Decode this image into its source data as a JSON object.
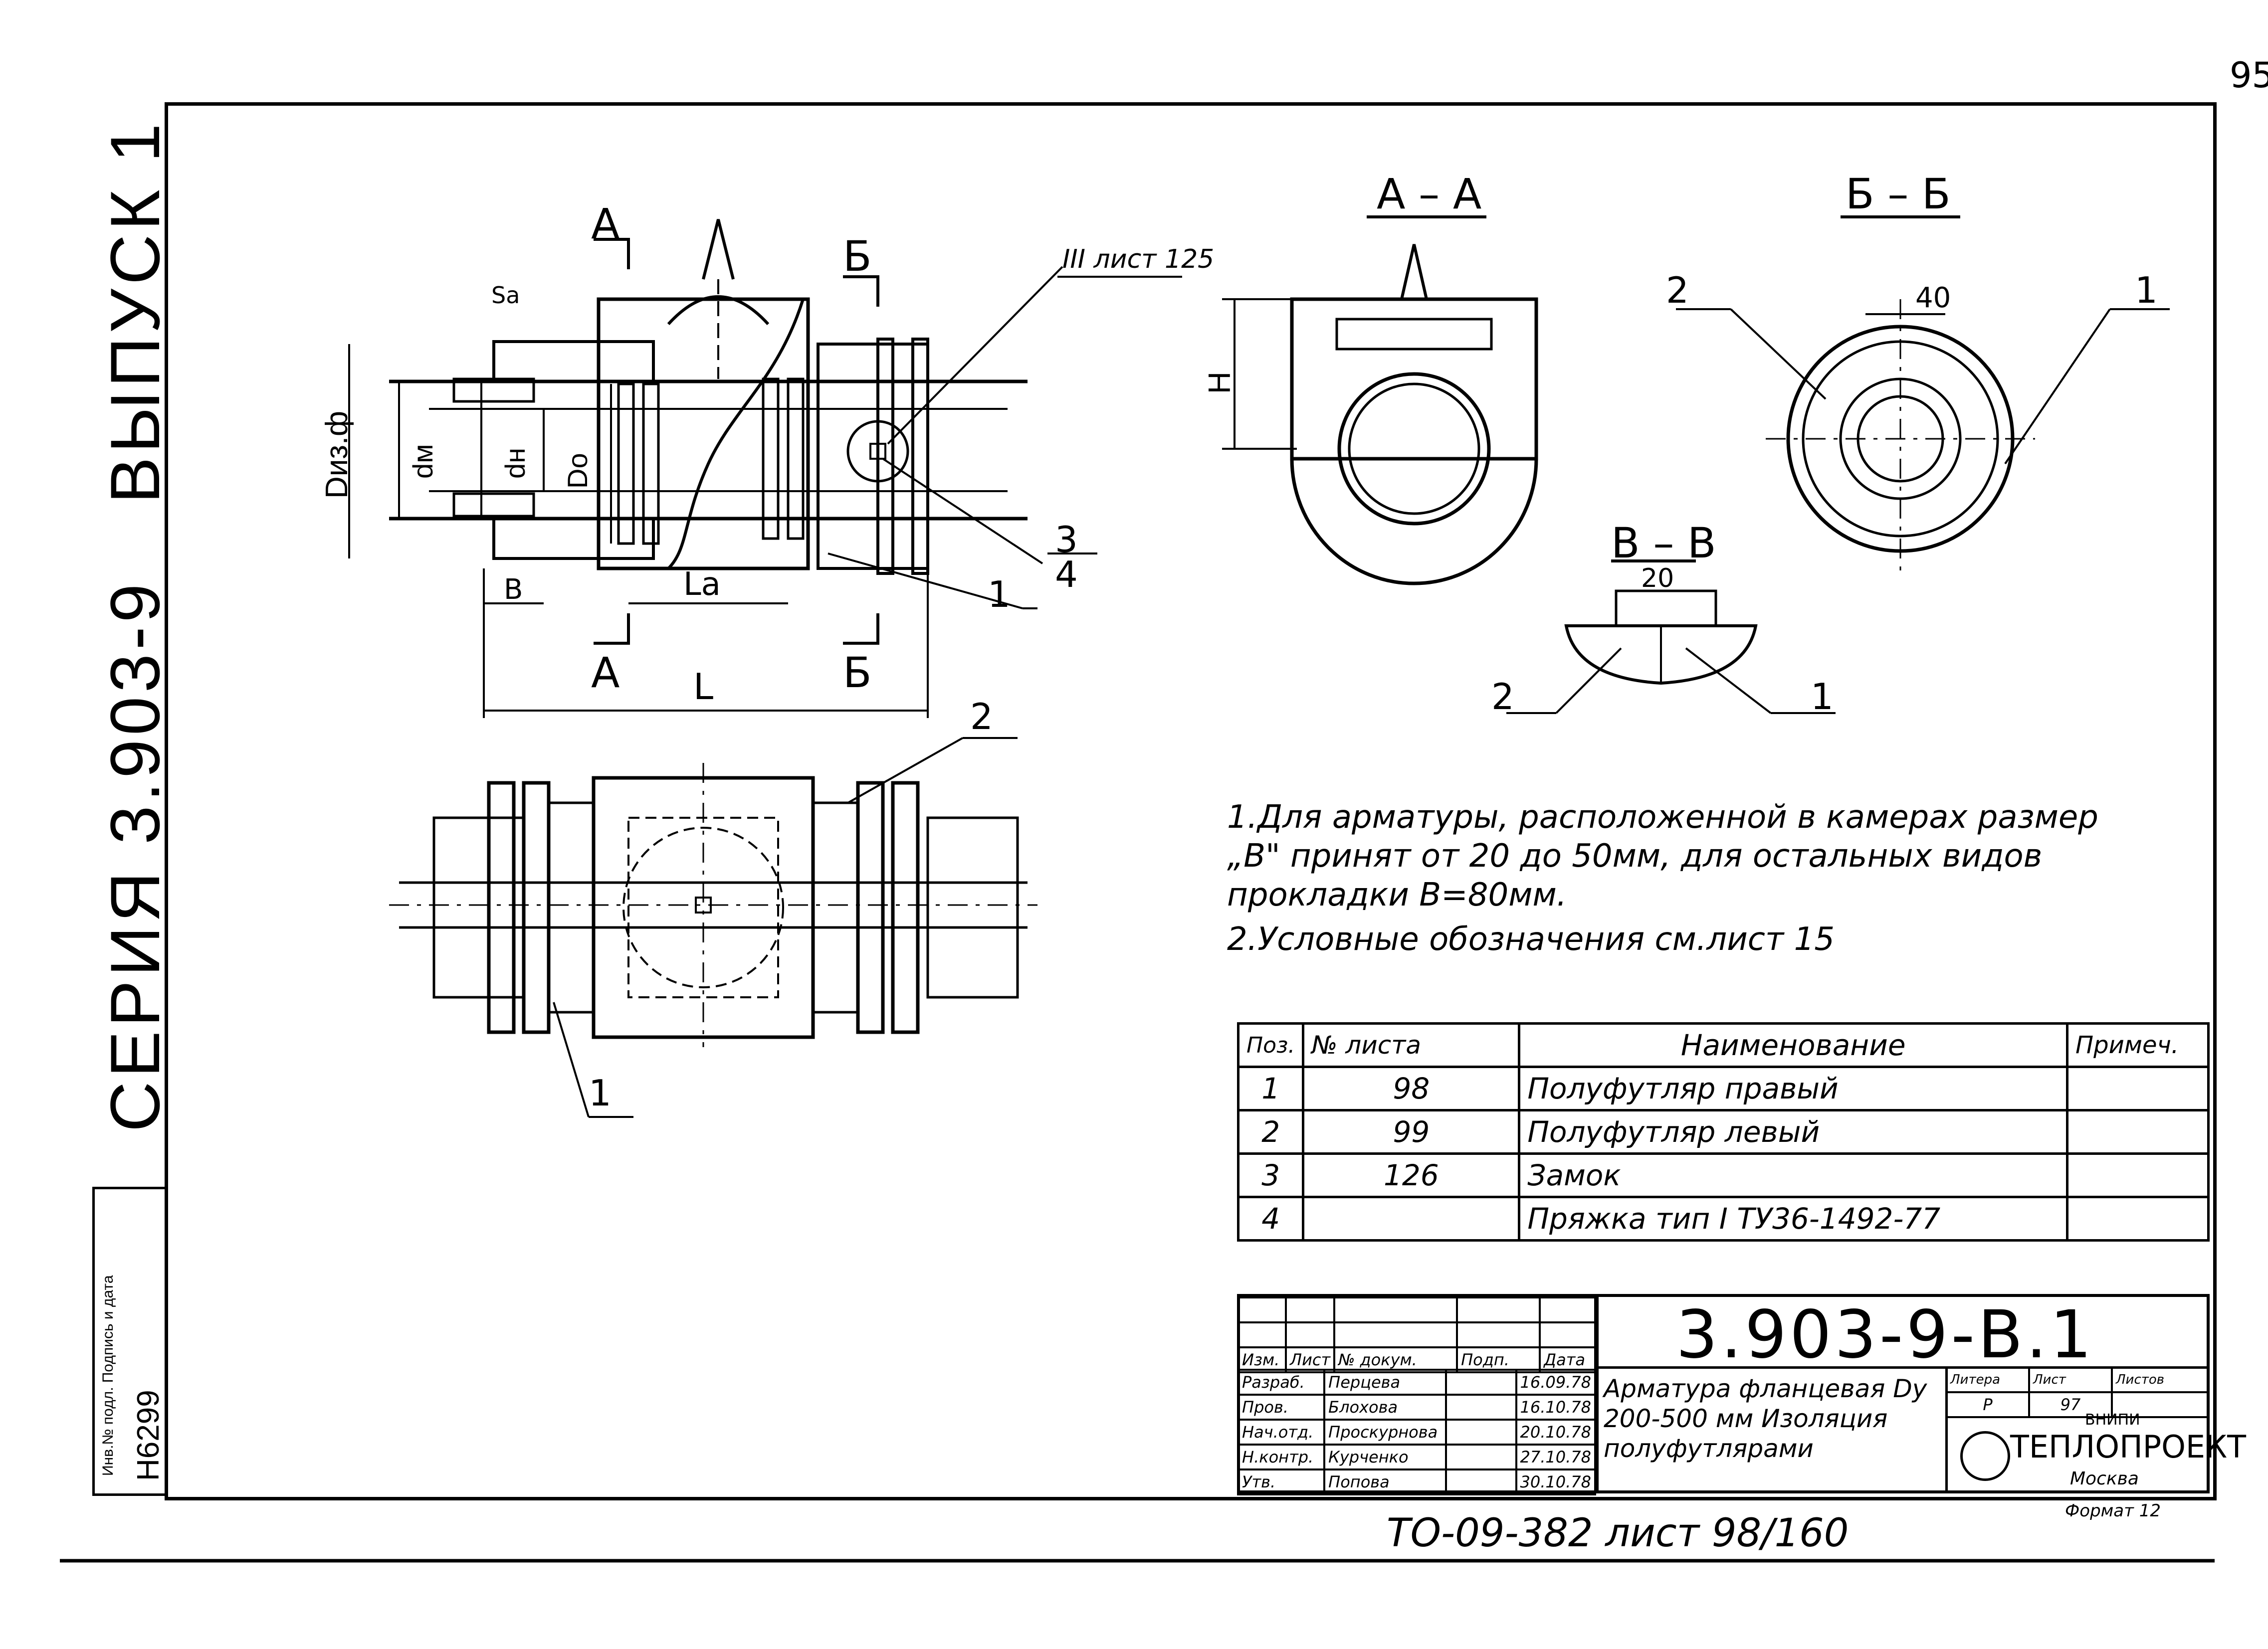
{
  "page_number": "95",
  "side": {
    "issue": "ВЫПУСК 1",
    "series": "СЕРИЯ 3.903-9",
    "inv_header": "Инв.№ подл. Подпись и дата",
    "inv_number": "Н6299"
  },
  "views": {
    "section_aa": "А – А",
    "section_bb": "Б – Б",
    "section_vv": "В – В",
    "ref_sheet": "III лист 125",
    "cut_a": "А",
    "cut_b": "Б",
    "dims": {
      "diz": "Dиз.ф",
      "dn": "dн",
      "dm": "dм",
      "Do": "Dо",
      "Sa": "Sа",
      "B": "В",
      "La": "Lа",
      "L": "L",
      "H": "Н",
      "m40": "40",
      "m20": "20"
    },
    "positions": [
      "1",
      "2",
      "3",
      "4"
    ]
  },
  "notes": [
    "1.Для арматуры, расположенной в камерах размер „В\" принят от 20 до 50мм, для остальных видов прокладки В=80мм.",
    "2.Условные обозначения см.лист 15"
  ],
  "spec_table": {
    "headers": [
      "Поз.",
      "№ листа",
      "Наименование",
      "Примеч."
    ],
    "rows": [
      [
        "1",
        "98",
        "Полуфутляр правый",
        ""
      ],
      [
        "2",
        "99",
        "Полуфутляр левый",
        ""
      ],
      [
        "3",
        "126",
        "Замок",
        ""
      ],
      [
        "4",
        "",
        "Пряжка тип I ТУ36-1492-77",
        ""
      ]
    ]
  },
  "title_block": {
    "code": "3.903-9-В.1",
    "columns": [
      "Изм.",
      "Лист",
      "№ докум.",
      "Подп.",
      "Дата"
    ],
    "signers": [
      [
        "Разраб.",
        "Перцева",
        "",
        "16.09.78"
      ],
      [
        "Пров.",
        "Блохова",
        "",
        "16.10.78"
      ],
      [
        "Нач.отд.",
        "Проскурнова",
        "",
        "20.10.78"
      ],
      [
        "Н.контр.",
        "Курченко",
        "",
        "27.10.78"
      ],
      [
        "Утв.",
        "Попова",
        "",
        "30.10.78"
      ]
    ],
    "name": "Арматура фланцевая Dу 200-500 мм Изоляция полуфутлярами",
    "litera_label": "Литера",
    "sheet_label": "Лист",
    "sheets_label": "Листов",
    "litera": "Р",
    "sheet": "97",
    "org_small": "ВНИПИ",
    "org": "ТЕПЛОПРОЕКТ",
    "city": "Москва",
    "format": "Формат 12"
  },
  "footer": "ТО-09-382 лист 98/160"
}
